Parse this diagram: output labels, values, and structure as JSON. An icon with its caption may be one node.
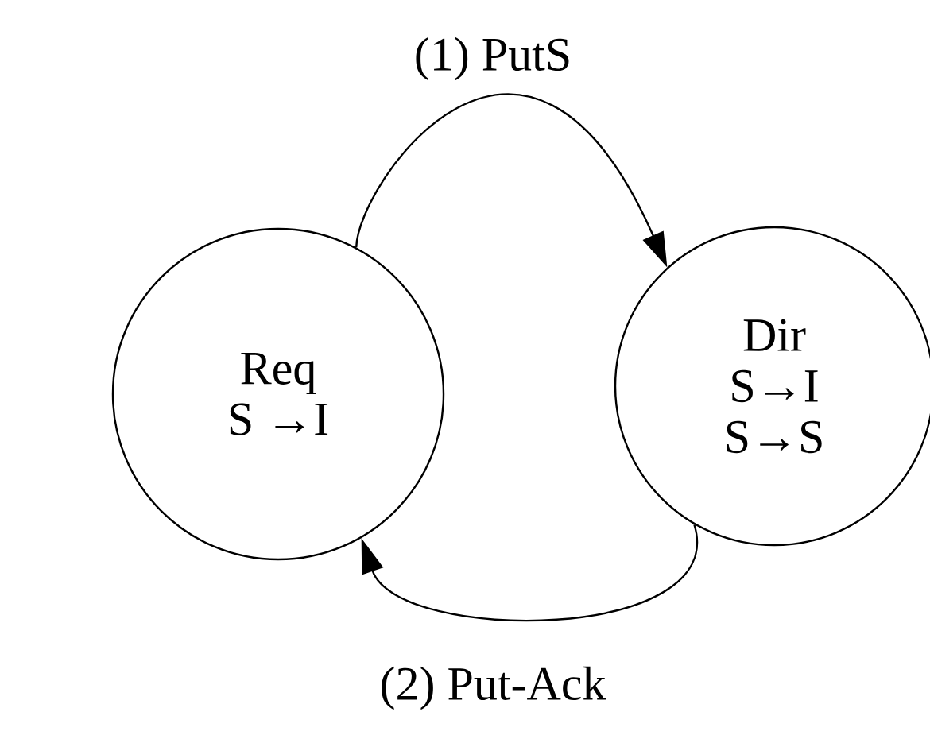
{
  "diagram": {
    "nodes": [
      {
        "text": [
          "Req",
          "S →I"
        ]
      },
      {
        "text": [
          "Dir",
          "S→I",
          "S→S"
        ]
      }
    ],
    "edges": [
      {
        "from": 0,
        "to": 1,
        "arrow": "to",
        "label": "(1) PutS"
      },
      {
        "from": 1,
        "to": 0,
        "arrow": "to",
        "label": "(2) Put-Ack"
      }
    ]
  }
}
